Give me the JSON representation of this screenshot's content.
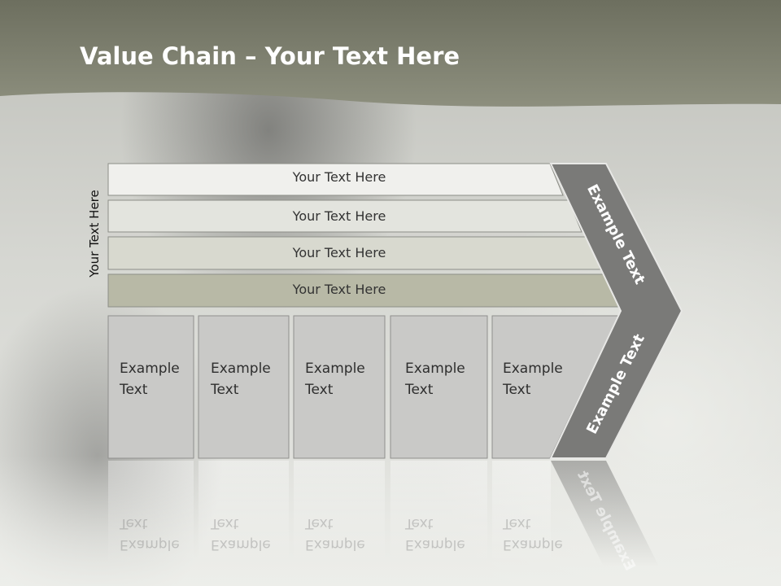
{
  "slide": {
    "title_bold": "Value Chain",
    "title_rest": " – Your Text Here",
    "side_label": "Your Text Here"
  },
  "rows": [
    {
      "label": "Your Text Here"
    },
    {
      "label": "Your Text Here"
    },
    {
      "label": "Your Text Here"
    },
    {
      "label": "Your Text Here"
    }
  ],
  "boxes": [
    {
      "line1": "Example",
      "line2": "Text"
    },
    {
      "line1": "Example",
      "line2": "Text"
    },
    {
      "line1": "Example",
      "line2": "Text"
    },
    {
      "line1": "Example",
      "line2": "Text"
    },
    {
      "line1": "Example",
      "line2": "Text"
    }
  ],
  "arrow": {
    "upper_label": "Example Text",
    "lower_label": "Example Text"
  },
  "colors": {
    "title_bar": "#7d8070",
    "arrow": "#7a7a78",
    "row_fill": "#dcddd6",
    "row_fill_dark": "#b5b6a4",
    "box_fill": "#c9c9c7"
  }
}
